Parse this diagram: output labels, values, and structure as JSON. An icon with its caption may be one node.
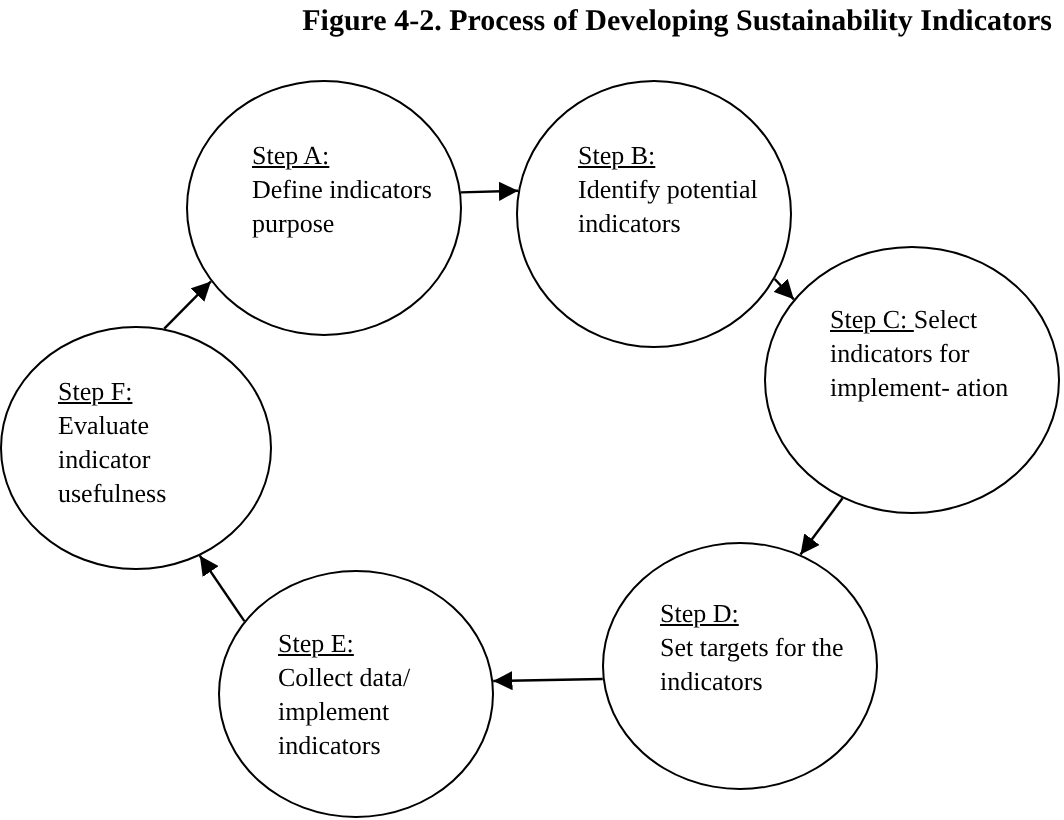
{
  "diagram": {
    "title": "Figure 4-2. Process of Developing Sustainability Indicators",
    "nodes": [
      {
        "text": [
          "Step A:",
          "Define indicators purpose"
        ]
      },
      {
        "text": [
          "Step B:",
          "Identify potential indicators"
        ]
      },
      {
        "text": [
          "Step C:",
          "Select indicators for implement- ation"
        ]
      },
      {
        "text": [
          "Step D:",
          "Set targets for the indicators"
        ]
      },
      {
        "text": [
          "Step E:",
          "Collect data/ implement indicators"
        ]
      },
      {
        "text": [
          "Step F:",
          "Evaluate indicator usefulness"
        ]
      }
    ],
    "edges": [
      {
        "from": 0,
        "to": 1,
        "arrow": "to"
      },
      {
        "from": 1,
        "to": 2,
        "arrow": "to"
      },
      {
        "from": 2,
        "to": 3,
        "arrow": "to"
      },
      {
        "from": 3,
        "to": 4,
        "arrow": "to"
      },
      {
        "from": 4,
        "to": 5,
        "arrow": "to"
      },
      {
        "from": 5,
        "to": 0,
        "arrow": "to"
      }
    ]
  }
}
